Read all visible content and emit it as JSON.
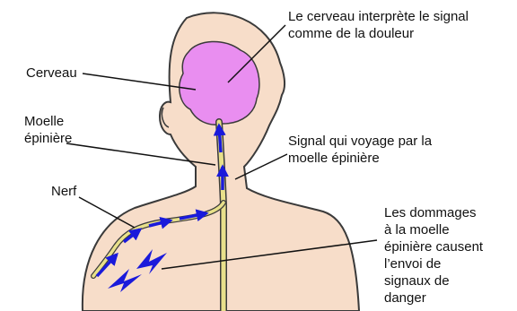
{
  "labels": {
    "cerveau": "Cerveau",
    "interpretation": "Le cerveau interprète le signal\ncomme de la douleur",
    "moelle": "Moelle\népinière",
    "signal": "Signal qui voyage par la\nmoelle épinière",
    "nerf": "Nerf",
    "dommages": "Les dommages\nà la moelle\népinière causent\nl’envoi de\nsignaux de\ndanger"
  },
  "colors": {
    "skin": "#f7ddc9",
    "outline": "#3a3a3a",
    "brain": "#e98ef0",
    "spinal_cord": "#e8e08a",
    "signal": "#1a1adb",
    "leader": "#111111"
  },
  "icons": {
    "damage": "lightning-bolt-icon",
    "signal": "arrow-icon"
  }
}
